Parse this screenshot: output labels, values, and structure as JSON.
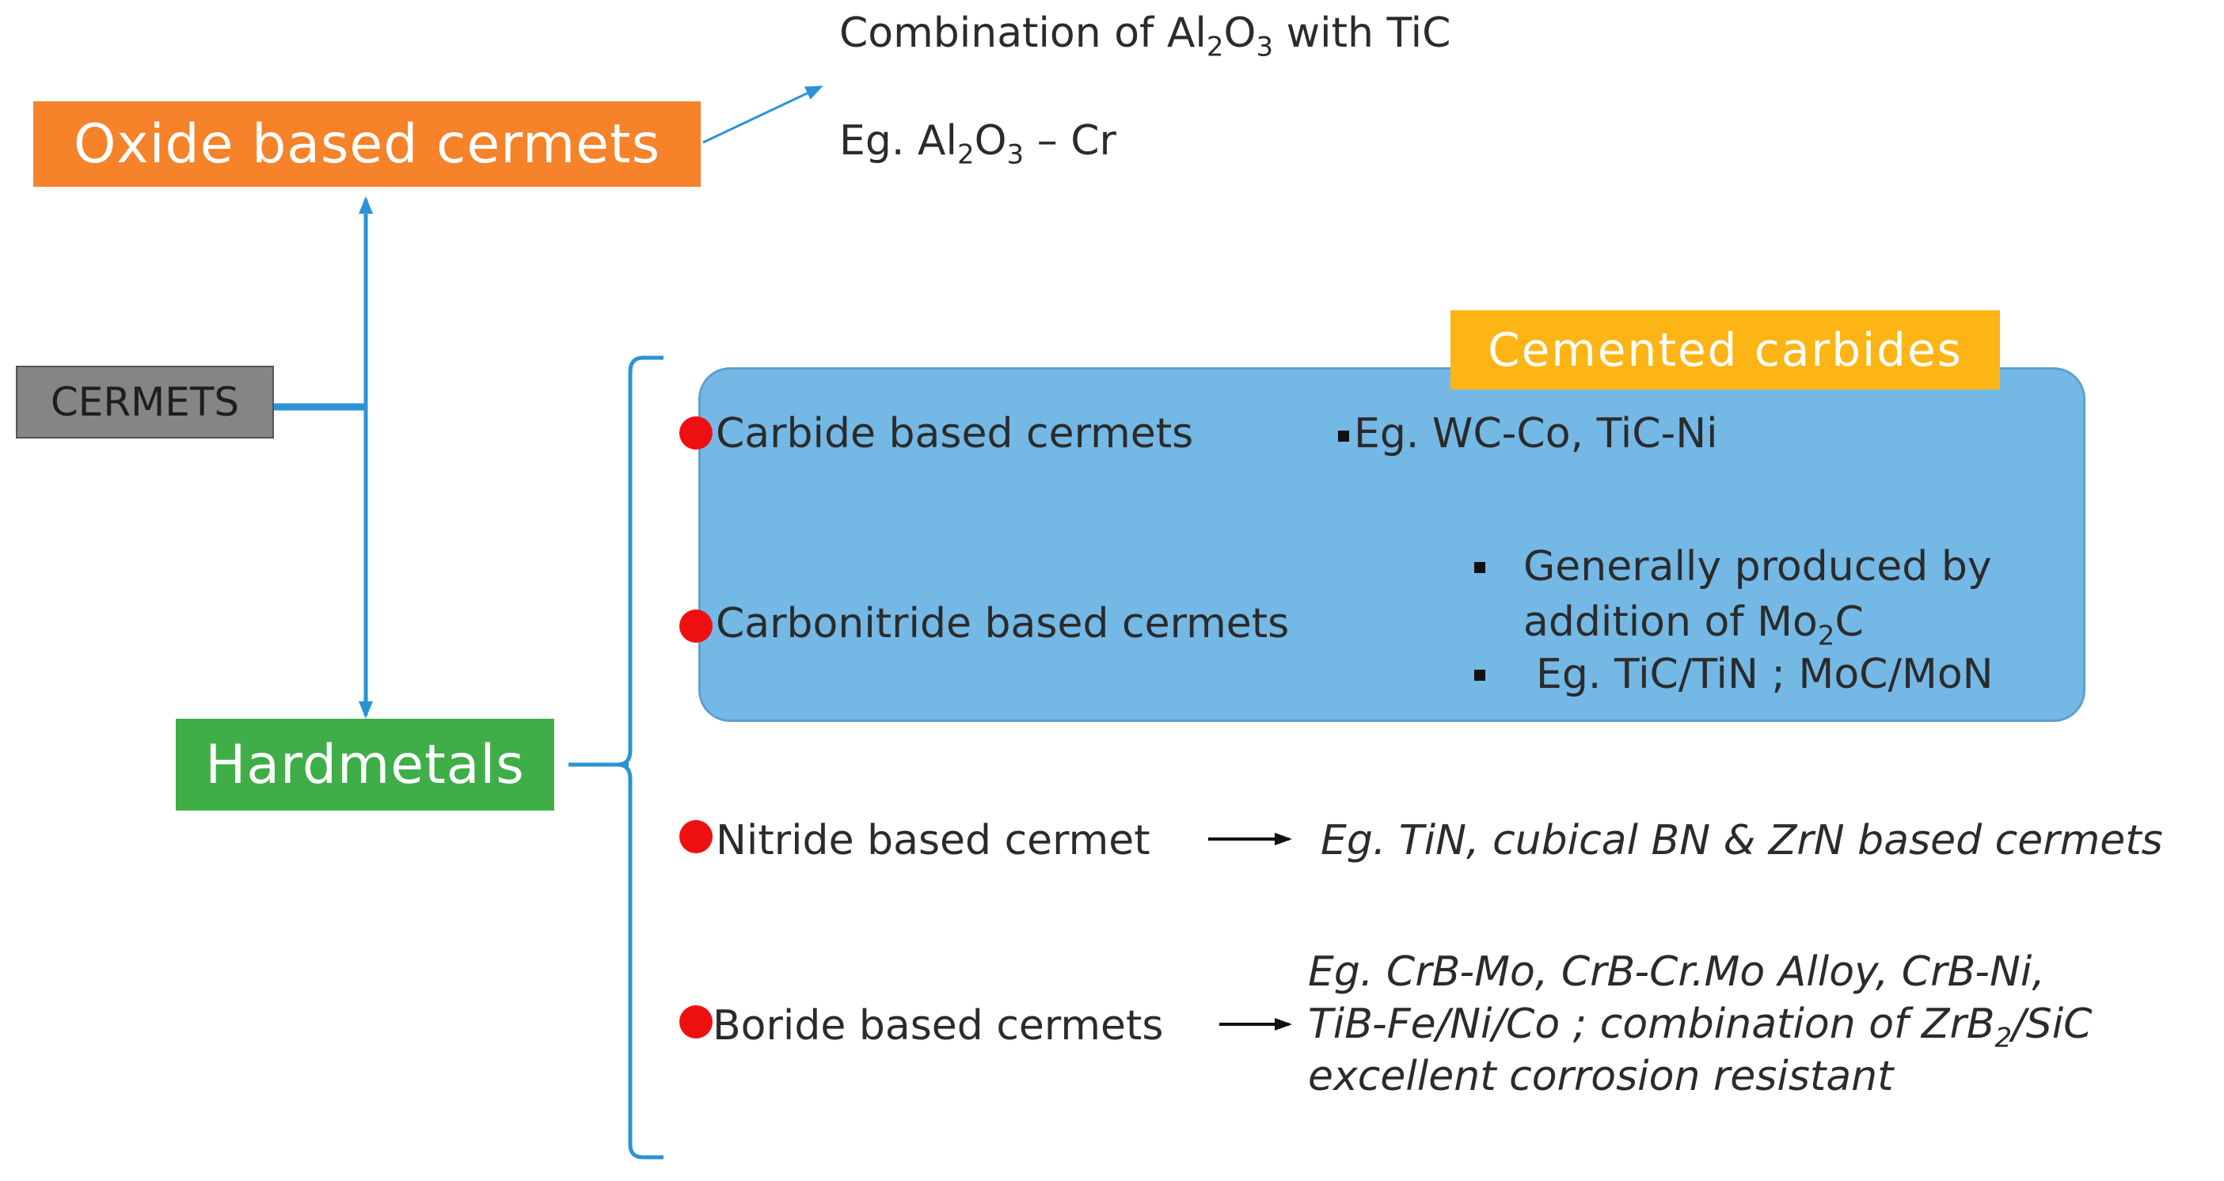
{
  "root": {
    "label": "CERMETS"
  },
  "oxide": {
    "label": "Oxide based cermets",
    "notes": [
      {
        "pre": "Combination of Al",
        "s1": "2",
        "mid": "O",
        "s2": "3",
        "post": " with TiC"
      },
      {
        "pre": "Eg. Al",
        "s1": "2",
        "mid": "O",
        "s2": "3",
        "post": " – Cr"
      }
    ]
  },
  "hardmetals": {
    "label": "Hardmetals",
    "group_label": "Cemented carbides",
    "items": [
      {
        "label": "Carbide based cermets",
        "detail": "Eg. WC-Co, TiC-Ni"
      },
      {
        "label": "Carbonitride based cermets",
        "detail_1a": "Generally produced by",
        "detail_1b_pre": "addition of Mo",
        "detail_1b_sub": "2",
        "detail_1b_post": "C",
        "detail_2": "Eg. TiC/TiN ; MoC/MoN"
      },
      {
        "label": "Nitride based cermet",
        "detail": "Eg. TiN, cubical BN & ZrN based cermets"
      },
      {
        "label": "Boride based cermets",
        "detail_l1": "Eg. CrB-Mo, CrB-Cr.Mo Alloy, CrB-Ni,",
        "detail_l2_pre": "TiB-Fe/Ni/Co ; combination of ZrB",
        "detail_l2_sub": "2",
        "detail_l2_post": "/SiC",
        "detail_l3": "excellent corrosion resistant"
      }
    ]
  },
  "colors": {
    "oxide": "#f6822a",
    "hardmetals": "#3fae49",
    "cemented": "#fdb515",
    "panel": "#74b8e5",
    "connector": "#2a93d5",
    "bullet": "#ee1010"
  }
}
